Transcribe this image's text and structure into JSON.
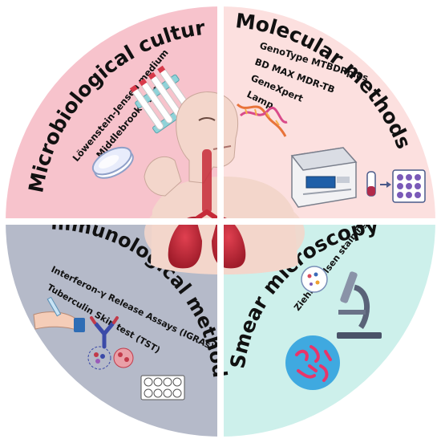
{
  "colors": {
    "top_left": "#f7c3cc",
    "top_right": "#fce0df",
    "bottom_left": "#b5bac9",
    "bottom_right": "#cdf0eb",
    "lung": "#c62a38",
    "skin": "#f3d6cb"
  },
  "quadrants": {
    "microbiological": {
      "title": "Microbiological culture",
      "items": [
        "Löwenstein-Jensen medium",
        "Middlebrook agar"
      ]
    },
    "molecular": {
      "title": "Molecular methods",
      "items": [
        "GenoType MTBDRplus",
        "BD MAX MDR-TB",
        "GeneXpert",
        "Lamp"
      ]
    },
    "immunological": {
      "title": "Immunological methods",
      "items": [
        "Interferon-γ Release Assays (IGRAs)",
        "Tuberculin Skin test (TST)"
      ]
    },
    "smear": {
      "title": "Smear microscopy",
      "items": [
        "Ziehl-Neelsen staining"
      ]
    }
  },
  "icons": [
    "test-tubes-icon",
    "petri-dish-icon",
    "dna-helix-icon",
    "pcr-machine-icon",
    "well-plate-icon",
    "arm-injection-icon",
    "antibody-icon",
    "microscope-icon",
    "bacteria-icon",
    "lungs-illustration"
  ]
}
